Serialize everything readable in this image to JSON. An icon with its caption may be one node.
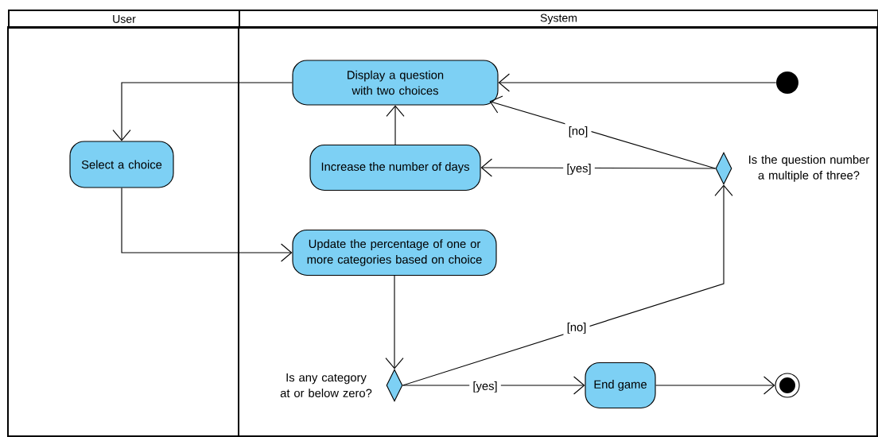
{
  "diagram": {
    "nodes": [
      {
        "text": [
          "User"
        ]
      },
      {
        "text": [
          "System"
        ]
      },
      {
        "text": [
          "Select a choice"
        ],
        "in": 0
      },
      {
        "text": [
          "Display a question with two choices"
        ],
        "in": 1
      },
      {
        "text": [
          "Increase the number of days"
        ],
        "in": 1
      },
      {
        "text": [
          "Update the percentage of one or more categories based on choice"
        ],
        "in": 1
      },
      {
        "text": [],
        "shape": "circle",
        "in": 1
      },
      {
        "text": [],
        "shape": "diamond",
        "beside": [
          "Is the question number a multiple of three?"
        ],
        "in": 1
      },
      {
        "text": [],
        "shape": "diamond",
        "beside": [
          "Is any category at or below zero?"
        ],
        "in": 1
      },
      {
        "text": [
          "End game"
        ],
        "in": 1
      },
      {
        "text": [],
        "shape": "bullseye",
        "in": 1
      }
    ],
    "edges": [
      {
        "from": 6,
        "to": 3,
        "arrow": "to"
      },
      {
        "from": 3,
        "to": 2,
        "arrow": "to"
      },
      {
        "from": 2,
        "to": 5,
        "arrow": "to"
      },
      {
        "from": 5,
        "to": 8,
        "arrow": "to"
      },
      {
        "from": 8,
        "to": 9,
        "arrow": "to",
        "label": "[yes]"
      },
      {
        "from": 8,
        "to": 7,
        "arrow": "to",
        "label": "[no]"
      },
      {
        "from": 7,
        "to": 4,
        "arrow": "to",
        "label": "[yes]"
      },
      {
        "from": 7,
        "to": 3,
        "arrow": "to",
        "label": "[no]"
      },
      {
        "from": 4,
        "to": 3,
        "arrow": "to"
      },
      {
        "from": 9,
        "to": 10,
        "arrow": "to"
      }
    ]
  }
}
